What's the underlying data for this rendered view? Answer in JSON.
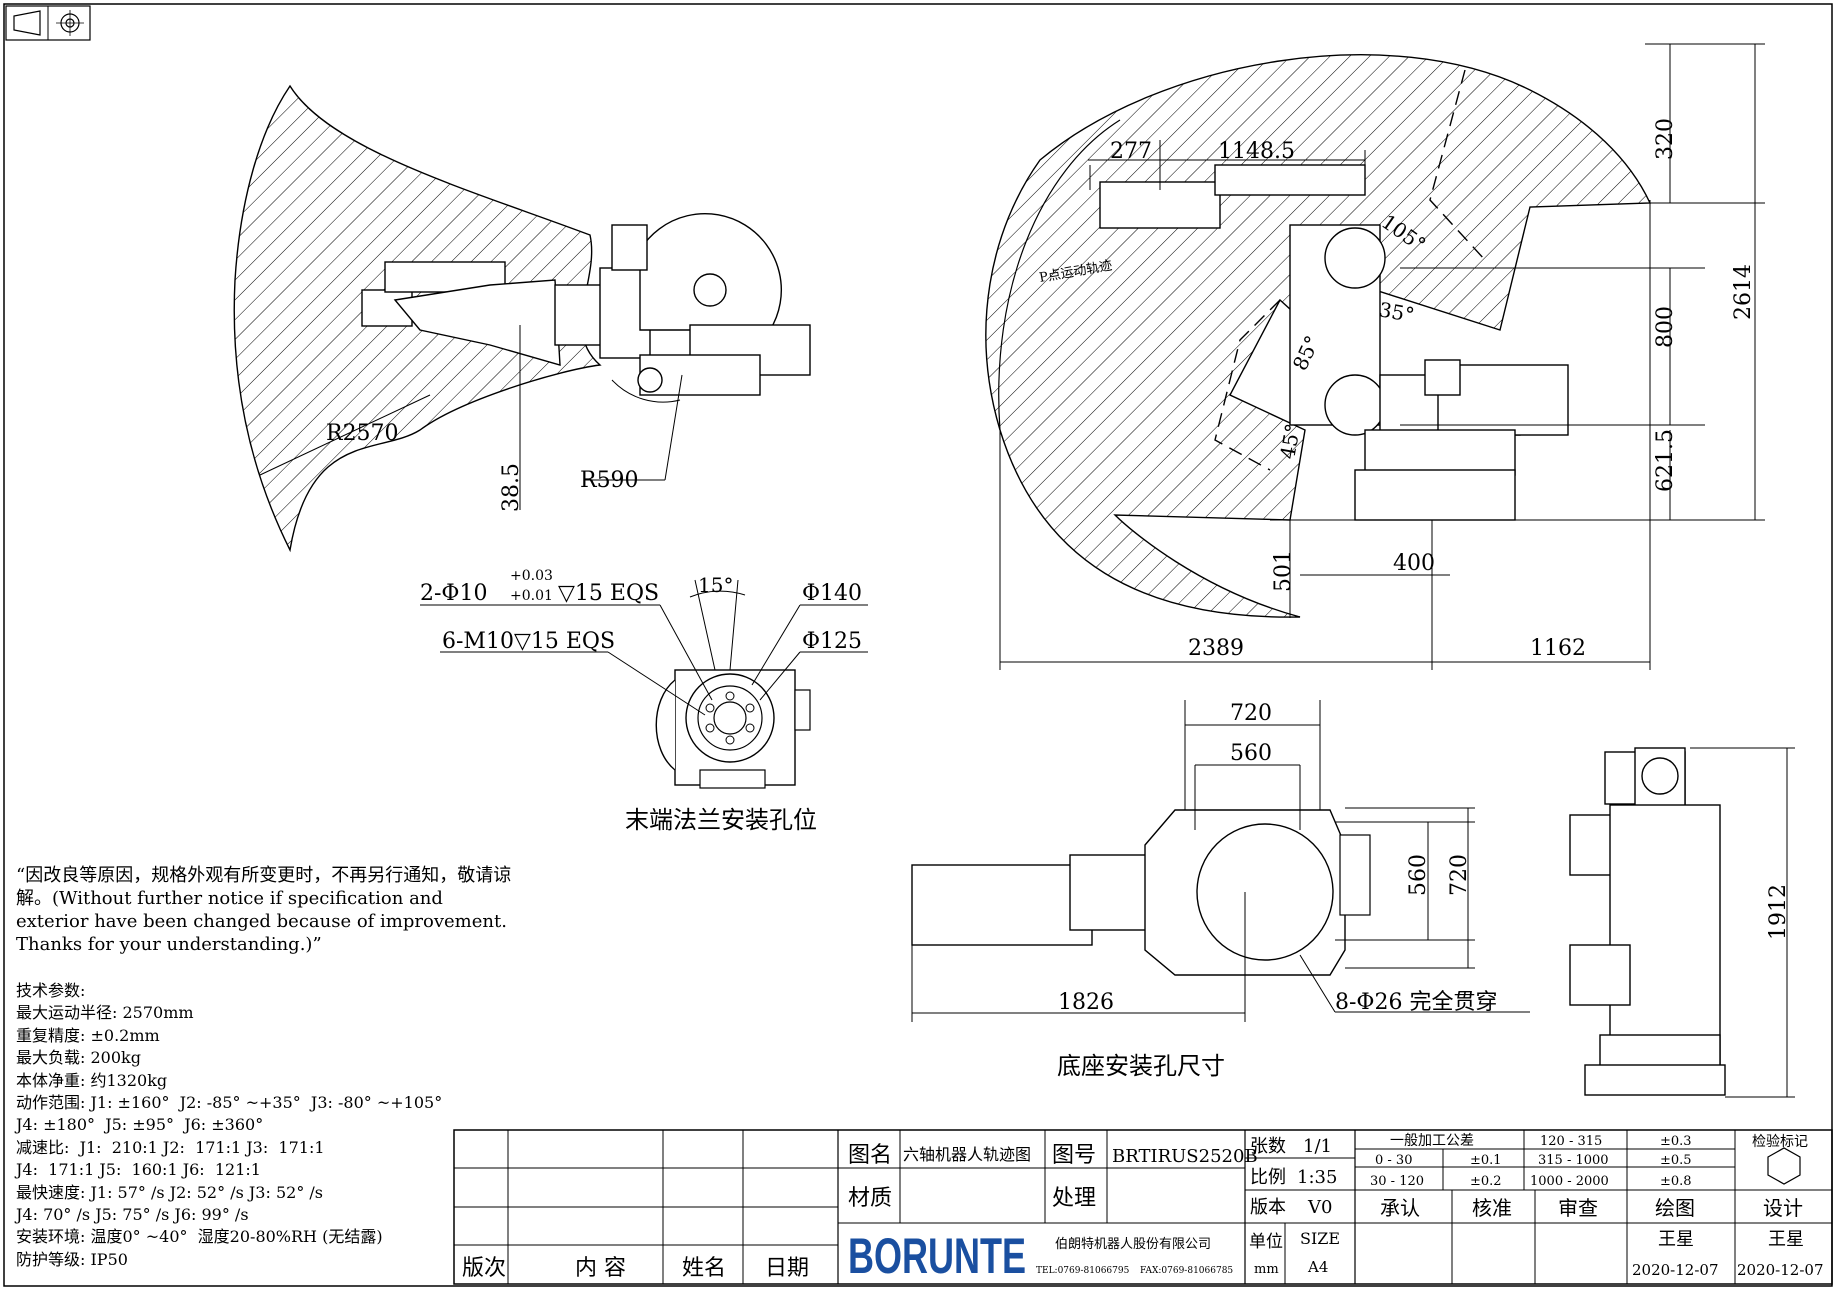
{
  "labels": {
    "r2570": "R2570",
    "r590": "R590",
    "d38_5": "38.5",
    "d277": "277",
    "d1148_5": "1148.5",
    "angle105": "105°",
    "angle35": "35°",
    "angle85": "85°",
    "angle45": "45°",
    "p_trajectory": "P点运动轨迹",
    "d320": "320",
    "d800": "800",
    "d621_5": "621.5",
    "d2614": "2614",
    "d501": "501",
    "d400": "400",
    "d2389": "2389",
    "d1162": "1162",
    "flange_holes": "2-Φ10",
    "flange_tol_upper": "+0.03",
    "flange_tol_lower": "+0.01",
    "flange_holes_tail": "▽15 EQS",
    "flange_threads": "6-M10▽15 EQS",
    "angle15": "15°",
    "d_phi140": "Φ140",
    "d_phi125": "Φ125",
    "flange_caption": "末端法兰安装孔位",
    "d720_top": "720",
    "d560_top": "560",
    "d560_side": "560",
    "d720_side": "720",
    "d1826": "1826",
    "base_holes": "8-Φ26 完全贯穿",
    "base_caption": "底座安装孔尺寸",
    "d1912": "1912"
  },
  "notice": "“因改良等原因，规格外观有所变更时，不再另行通知，敬请谅\n解。(Without further notice if specification and\nexterior have been changed because of improvement.\nThanks for your understanding.)”",
  "specs": [
    "技术参数:",
    "最大运动半径: 2570mm",
    "重复精度: ±0.2mm",
    "最大负载: 200kg",
    "本体净重: 约1320kg",
    "动作范围: J1: ±160°  J2: -85° ~+35°  J3: -80° ~+105°",
    "J4: ±180°  J5: ±95°  J6: ±360°",
    "减速比:  J1:  210:1 J2:  171:1 J3:  171:1",
    "J4:  171:1 J5:  160:1 J6:  121:1",
    "最快速度: J1: 57° /s J2: 52° /s J3: 52° /s",
    "J4: 70° /s J5: 75° /s J6: 99° /s",
    "安装环境: 温度0° ~40°  湿度20-80%RH (无结露)",
    "防护等级: IP50"
  ],
  "title_block": {
    "drawing_name_label": "图名",
    "drawing_name": "六轴机器人轨迹图",
    "drawing_no_label": "图号",
    "drawing_no": "BRTIRUS2520B",
    "material_label": "材质",
    "treatment_label": "处理",
    "sheets_label": "张数",
    "sheets_value": "1/1",
    "scale_label": "比例",
    "scale_value": "1:35",
    "version_label": "版本",
    "version_value": "V0",
    "unit_label": "单位",
    "unit_value": "mm",
    "size_label": "SIZE",
    "size_value": "A4",
    "tolerance_header": "一般加工公差",
    "tolerances": [
      {
        "range": "0 - 30",
        "value": "±0.1"
      },
      {
        "range": "30 - 120",
        "value": "±0.2"
      },
      {
        "range": "120 - 315",
        "value": "±0.3"
      },
      {
        "range": "315 - 1000",
        "value": "±0.5"
      },
      {
        "range": "1000 - 2000",
        "value": "±0.8"
      }
    ],
    "inspection_label": "检验标记",
    "approve_label": "承认",
    "check_label": "核准",
    "review_label": "审查",
    "drawn_label": "绘图",
    "design_label": "设计",
    "drawn_by": "王星",
    "designed_by": "王星",
    "drawn_date": "2020-12-07",
    "design_date": "2020-12-07",
    "revision_label": "版次",
    "content_label": "内 容",
    "name_label": "姓名",
    "date_label": "日期",
    "company_logo": "BORUNTE",
    "company_name": "伯朗特机器人股份有限公司",
    "company_phone": "TEL:0769-81066795",
    "company_fax": "FAX:0769-81066785"
  }
}
